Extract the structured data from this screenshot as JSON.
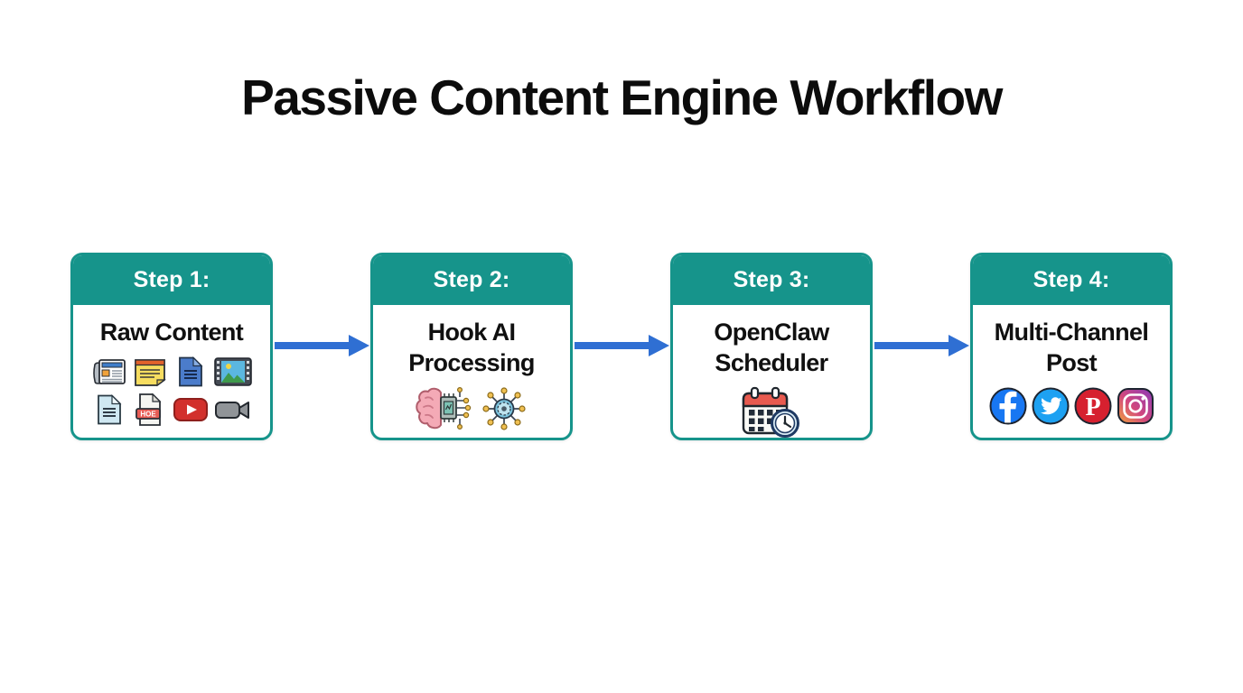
{
  "title": "Passive Content Engine Workflow",
  "colors": {
    "header_teal": "#16948B",
    "card_border_teal": "#16948B",
    "arrow_blue": "#2F6FD3",
    "title_text": "#0C0C0C",
    "background": "#FFFFFF",
    "facebook_blue": "#1877F2",
    "twitter_blue": "#1DA1F2",
    "pinterest_red": "#D6202F",
    "youtube_red": "#D2302C"
  },
  "steps": [
    {
      "header": "Step 1:",
      "line1": "Raw Content",
      "line2": "",
      "icons": [
        "newspaper",
        "sticky-note",
        "blue-document",
        "photo-filmstrip",
        "text-document",
        "hoe-file",
        "youtube-play",
        "video-camera"
      ]
    },
    {
      "header": "Step 2:",
      "line1": "Hook AI",
      "line2": "Processing",
      "icons": [
        "ai-brain-chip",
        "network-node"
      ]
    },
    {
      "header": "Step 3:",
      "line1": "OpenClaw",
      "line2": "Scheduler",
      "icons": [
        "calendar-clock"
      ]
    },
    {
      "header": "Step 4:",
      "line1": "Multi-Channel",
      "line2": "Post",
      "icons": [
        "facebook",
        "twitter",
        "pinterest",
        "instagram"
      ]
    }
  ],
  "badges": {
    "file_label": "HOE"
  },
  "arrows": {
    "count": 3,
    "direction": "right",
    "color": "#2F6FD3"
  }
}
